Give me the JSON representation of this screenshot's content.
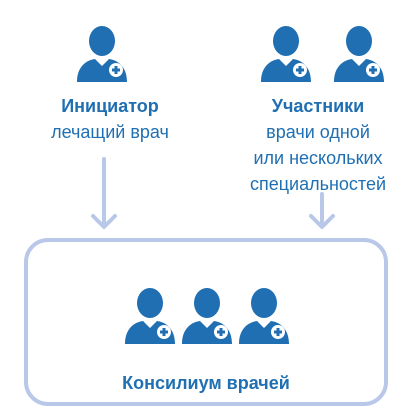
{
  "colors": {
    "person": "#1f6fb2",
    "cross": "#ffffff",
    "arrow": "#b9c7e8",
    "box_border": "#b9c7e8",
    "text": "#1f6fb2"
  },
  "initiator": {
    "title": "Инициатор",
    "lines": [
      "лечащий врач"
    ],
    "icon": "doctor-icon"
  },
  "participants": {
    "title": "Участники",
    "lines": [
      "врачи одной",
      "или нескольких",
      "специальностей"
    ],
    "icon": "doctor-icon"
  },
  "council": {
    "title": "Консилиум врачей",
    "icon": "doctor-icon"
  }
}
